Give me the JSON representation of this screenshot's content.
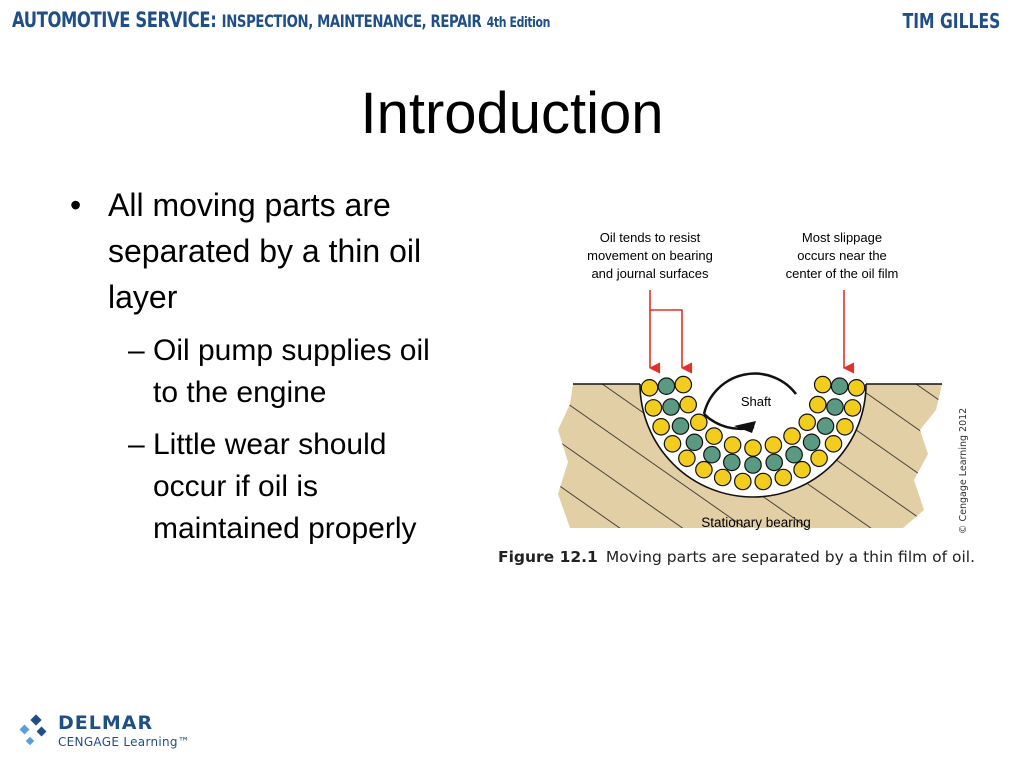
{
  "header": {
    "book_title_main": "AUTOMOTIVE SERVICE:",
    "book_title_sub": "INSPECTION, MAINTENANCE, REPAIR",
    "edition": "4th Edition",
    "author": "TIM GILLES"
  },
  "slide": {
    "title": "Introduction",
    "bullets": [
      {
        "text": "All moving parts are separated by a thin oil layer",
        "subbullets": [
          "Oil pump supplies oil to the engine",
          "Little wear should occur if oil is maintained properly"
        ]
      }
    ]
  },
  "figure": {
    "label_left_1": "Oil tends to resist",
    "label_left_2": "movement on bearing",
    "label_left_3": "and journal surfaces",
    "label_right_1": "Most slippage",
    "label_right_2": "occurs near the",
    "label_right_3": "center of the oil film",
    "shaft_label": "Shaft",
    "bearing_label": "Stationary bearing",
    "copyright": "© Cengage Learning 2012",
    "caption_number": "Figure 12.1",
    "caption_text": "Moving parts are separated by a thin film of oil."
  },
  "footer": {
    "logo_line1": "DELMAR",
    "logo_line2": "CENGAGE Learning™"
  },
  "colors": {
    "header_blue": "#1f4f86",
    "bearing_tan": "#e3cfa6",
    "oil_yellow": "#f2cd1e",
    "oil_green": "#5a9a82",
    "arrow_red": "#e2302a"
  }
}
